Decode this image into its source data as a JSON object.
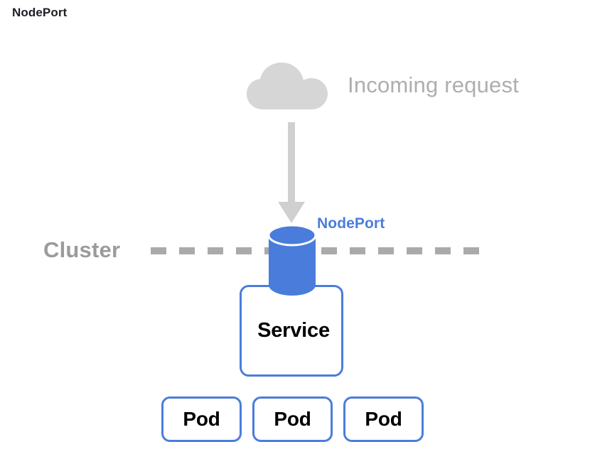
{
  "page": {
    "title": "NodePort",
    "background_color": "#ffffff"
  },
  "colors": {
    "accent_blue": "#4a7ddb",
    "cloud_gray": "#d6d6d6",
    "arrow_gray": "#d0d0d0",
    "muted_text_gray": "#aeaeae",
    "cluster_gray": "#9b9b9b",
    "dash_gray": "#aaaaaa",
    "text_black": "#000000",
    "title_black": "#1c1f23"
  },
  "diagram": {
    "type": "kubernetes-service-topology",
    "cloud": {
      "icon": "cloud-icon",
      "label": "Incoming request"
    },
    "arrow": {
      "icon": "arrow-down-icon",
      "direction": "down",
      "from": "Incoming request",
      "to": "NodePort"
    },
    "cluster": {
      "label": "Cluster",
      "boundary_style": "dashed"
    },
    "nodeport": {
      "label": "NodePort",
      "shape": "cylinder-icon"
    },
    "service": {
      "label": "Service"
    },
    "pods": [
      {
        "label": "Pod"
      },
      {
        "label": "Pod"
      },
      {
        "label": "Pod"
      }
    ]
  }
}
